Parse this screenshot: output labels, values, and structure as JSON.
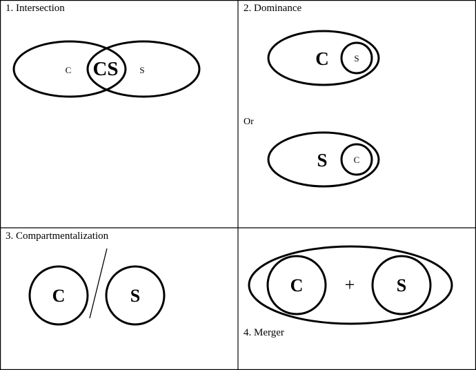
{
  "quadrants": {
    "intersection": {
      "title": "1. Intersection",
      "left_label": "C",
      "center_label": "CS",
      "right_label": "S"
    },
    "dominance": {
      "title": "2. Dominance",
      "top_outer_label": "C",
      "top_inner_label": "S",
      "or_label": "Or",
      "bottom_outer_label": "S",
      "bottom_inner_label": "C"
    },
    "compartmentalization": {
      "title": "3. Compartmentalization",
      "left_label": "C",
      "right_label": "S"
    },
    "merger": {
      "title": "4. Merger",
      "left_label": "C",
      "plus_label": "+",
      "right_label": "S"
    }
  }
}
